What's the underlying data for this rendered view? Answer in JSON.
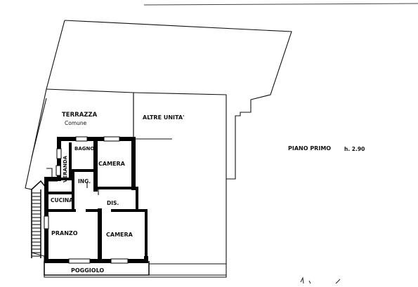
{
  "floor_plan": {
    "rooms": {
      "terrazza": "TERRAZZA",
      "terrazza_sub": "Comune",
      "altre_unita": "ALTRE UNITA'",
      "bagno": "BAGNO",
      "camera_top": "CAMERA",
      "veranda": "VERANDA",
      "ingresso": "ING.",
      "cucina": "CUCINA",
      "disimpegno": "DIS.",
      "pranzo": "PRANZO",
      "camera_bottom": "CAMERA",
      "poggiolo": "POGGIOLO"
    },
    "floor_label": "PIANO PRIMO",
    "height_label": "h. 2.90"
  }
}
